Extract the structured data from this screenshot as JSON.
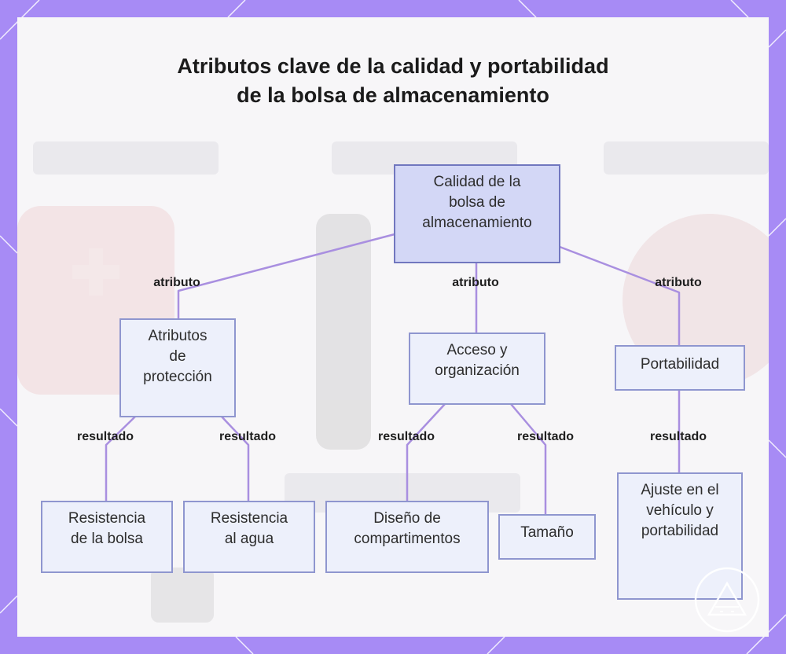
{
  "title": "Atributos clave de la calidad y portabilidad de la bolsa de almacenamiento",
  "colors": {
    "frame": "#a78bf5",
    "node_fill": "#edf0fb",
    "root_fill": "#d3d7f6",
    "node_border": "#8f96cf",
    "connector": "#a98fe0"
  },
  "nodes": {
    "root": "Calidad de la\nbolsa de\nalmacenamiento",
    "proteccion": "Atributos\nde\nprotección",
    "acceso": "Acceso y\norganización",
    "portabilidad": "Portabilidad",
    "resistencia_bolsa": "Resistencia\nde la bolsa",
    "resistencia_agua": "Resistencia\nal agua",
    "compartimentos": "Diseño de\ncompartimentos",
    "tamano": "Tamaño",
    "ajuste": "Ajuste en el\nvehículo y\nportabilidad"
  },
  "edges": {
    "root_proteccion": "atributo",
    "root_acceso": "atributo",
    "root_portabilidad": "atributo",
    "proteccion_resistencia_bolsa": "resultado",
    "proteccion_resistencia_agua": "resultado",
    "acceso_compartimentos": "resultado",
    "acceso_tamano": "resultado",
    "portabilidad_ajuste": "resultado"
  },
  "logo_icon": "triangle-badge-icon"
}
